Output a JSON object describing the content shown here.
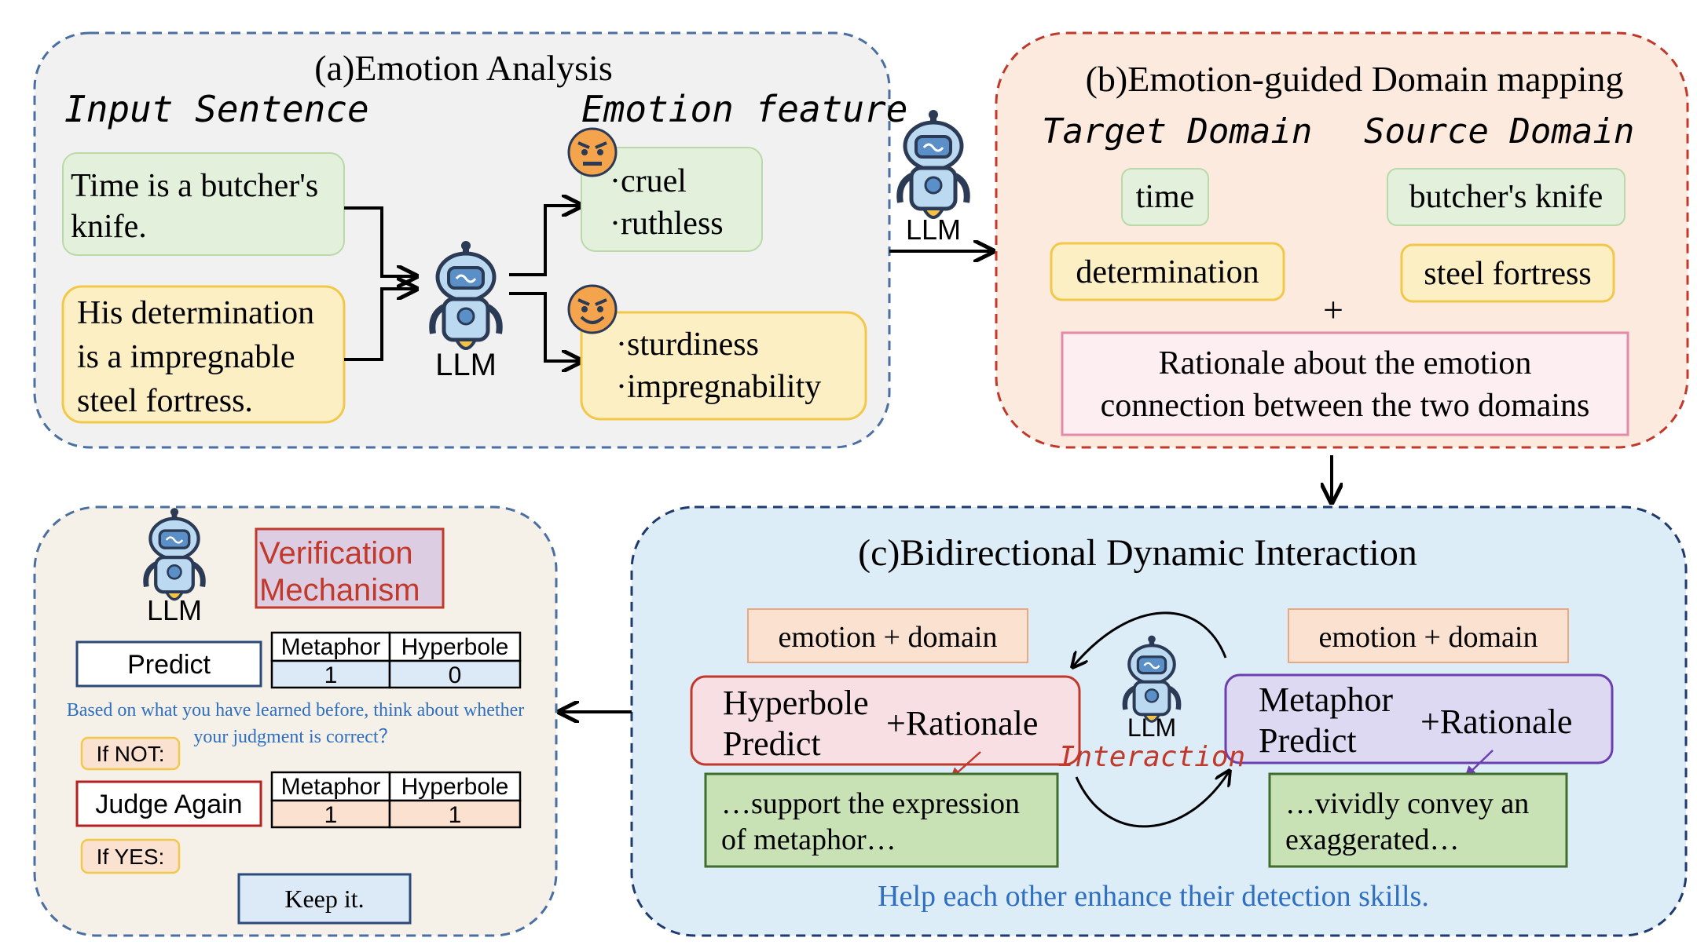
{
  "panel_a": {
    "title": "(a)Emotion Analysis",
    "input_heading": "Input Sentence",
    "feature_heading": "Emotion feature",
    "sentence1": [
      "Time is a butcher's",
      "knife."
    ],
    "sentence2": [
      "His determination",
      "is a impregnable",
      "steel fortress."
    ],
    "features1": [
      "·cruel",
      "·ruthless"
    ],
    "features2": [
      "·sturdiness",
      "·impregnability"
    ],
    "llm": "LLM"
  },
  "mid_llm": "LLM",
  "panel_b": {
    "title": "(b)Emotion-guided Domain mapping",
    "target_heading": "Target Domain",
    "source_heading": "Source Domain",
    "target1": "time",
    "target2": "determination",
    "source1": "butcher's knife",
    "source2": "steel fortress",
    "plus": "+",
    "rationale": [
      "Rationale about the emotion",
      "connection between the two domains"
    ]
  },
  "panel_c": {
    "title": "(c)Bidirectional Dynamic Interaction",
    "left_tag": "emotion + domain",
    "right_tag": "emotion + domain",
    "hyperbole": [
      "Hyperbole",
      "Predict"
    ],
    "hyperbole_rationale": "+Rationale",
    "metaphor": [
      "Metaphor",
      "Predict"
    ],
    "metaphor_rationale": "+Rationale",
    "llm": "LLM",
    "interaction": "Interaction",
    "left_quote": [
      "…support the expression",
      "of metaphor…"
    ],
    "right_quote": [
      "…vividly convey an",
      "exaggerated…"
    ],
    "footer": "Help each other enhance their detection skills."
  },
  "panel_d": {
    "llm": "LLM",
    "verification": [
      "Verification",
      "Mechanism"
    ],
    "predict": "Predict",
    "table_headers": [
      "Metaphor",
      "Hyperbole"
    ],
    "table1_values": [
      "1",
      "0"
    ],
    "prompt": [
      "Based on what you have learned before, think about whether",
      "your judgment is correct？"
    ],
    "if_not": "If  NOT:",
    "judge_again": "Judge Again",
    "table2_values": [
      "1",
      "1"
    ],
    "if_yes": "If  YES:",
    "keep": "Keep it."
  },
  "colors": {
    "dashed_blue": "#4a6fa0",
    "dashed_red": "#c0392b",
    "green_fill": "#e3f1dc",
    "yellow_fill": "#fdefc4",
    "peach_fill": "#fbeadd",
    "panel_c_fill": "#ddedf8",
    "hyper_fill": "#f7dfe4",
    "meta_fill": "#ddd9f2",
    "quote_fill": "#c9e2b5",
    "verification_red": "#c0392b",
    "prompt_blue": "#2e6fc0"
  }
}
